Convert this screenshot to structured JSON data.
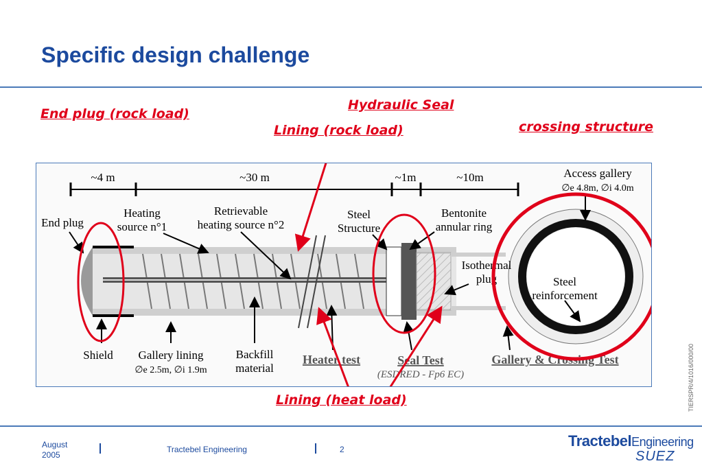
{
  "slide": {
    "title": "Specific design challenge",
    "side_code": "TIERSPR/4/1016/000/00"
  },
  "callouts": {
    "end_plug": "End plug (rock load)",
    "hydraulic_seal": "Hydraulic Seal",
    "lining_rock": "Lining (rock load)",
    "crossing": "crossing structure",
    "lining_heat": "Lining (heat load)"
  },
  "diagram": {
    "dims": {
      "d1": "~4 m",
      "d2": "~30 m",
      "d3": "~1m",
      "d4": "~10m"
    },
    "labels": {
      "access_gallery": "Access gallery",
      "access_gallery_dims": "∅e 4.8m, ∅i 4.0m",
      "end_plug": "End plug",
      "heating_1": "Heating",
      "heating_2": "source n°1",
      "retrievable_1": "Retrievable",
      "retrievable_2": "heating source n°2",
      "steel_1": "Steel",
      "steel_2": "Structure",
      "bentonite_1": "Bentonite",
      "bentonite_2": "annular ring",
      "isothermal_1": "Isothermal",
      "isothermal_2": "plug",
      "steel_reinf_1": "Steel",
      "steel_reinf_2": "reinforcement",
      "shield": "Shield",
      "gallery_lining_1": "Gallery lining",
      "gallery_lining_2": "∅e 2.5m, ∅i 1.9m",
      "backfill_1": "Backfill",
      "backfill_2": "material",
      "heater_test": "Heater test",
      "seal_test": "Seal Test",
      "seal_test_sub": "(ESDRED - Fp6 EC)",
      "gallery_test": "Gallery & Crossing Test"
    }
  },
  "footer": {
    "date_1": "August",
    "date_2": "2005",
    "company": "Tractebel Engineering",
    "page": "2",
    "logo_main": "Tractebel",
    "logo_sub": "Engineering",
    "logo_suez": "SUEZ"
  },
  "colors": {
    "title": "#1c4a9e",
    "callout": "#e0001a",
    "rule": "#4a79b8"
  }
}
